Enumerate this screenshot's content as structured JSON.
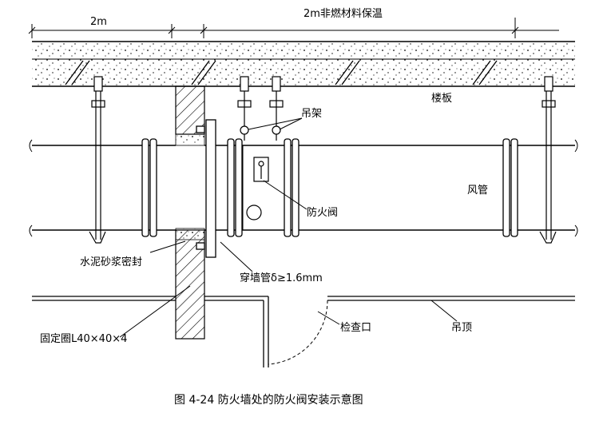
{
  "diagram": {
    "dim_left": "2m",
    "dim_right": "2m非燃材料保温",
    "label_hanger": "吊架",
    "label_slab": "楼板",
    "label_damper": "防火阀",
    "label_duct": "风管",
    "label_mortar": "水泥砂浆密封",
    "label_sleeve": "穿墙管δ≥1.6mm",
    "label_access": "检查口",
    "label_ceiling": "吊顶",
    "label_angle": "固定圈L40×40×4"
  },
  "caption": "图 4-24    防火墙处的防火阀安装示意图"
}
